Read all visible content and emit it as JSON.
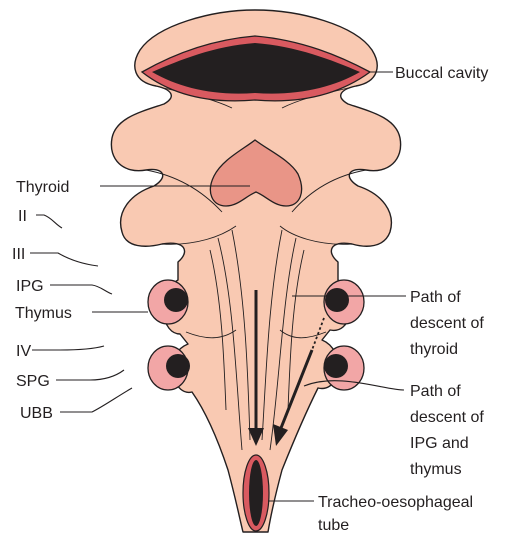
{
  "colors": {
    "tissue": "#f9c9b2",
    "thyroid": "#e99587",
    "pouch_rim": "#f2a6a6",
    "cavity_rim": "#d95a60",
    "dark": "#231f20",
    "background": "#ffffff"
  },
  "labels": {
    "buccal_cavity": "Buccal cavity",
    "thyroid": "Thyroid",
    "ii": "II",
    "iii": "III",
    "ipg": "IPG",
    "thymus": "Thymus",
    "iv": "IV",
    "spg": "SPG",
    "ubb": "UBB",
    "path_thyroid": [
      "Path of",
      "descent of",
      "thyroid"
    ],
    "path_ipg_thymus": [
      "Path of",
      "descent of",
      "IPG and",
      "thymus"
    ],
    "trachea": [
      "Tracheo-oesophageal",
      "tube"
    ]
  }
}
